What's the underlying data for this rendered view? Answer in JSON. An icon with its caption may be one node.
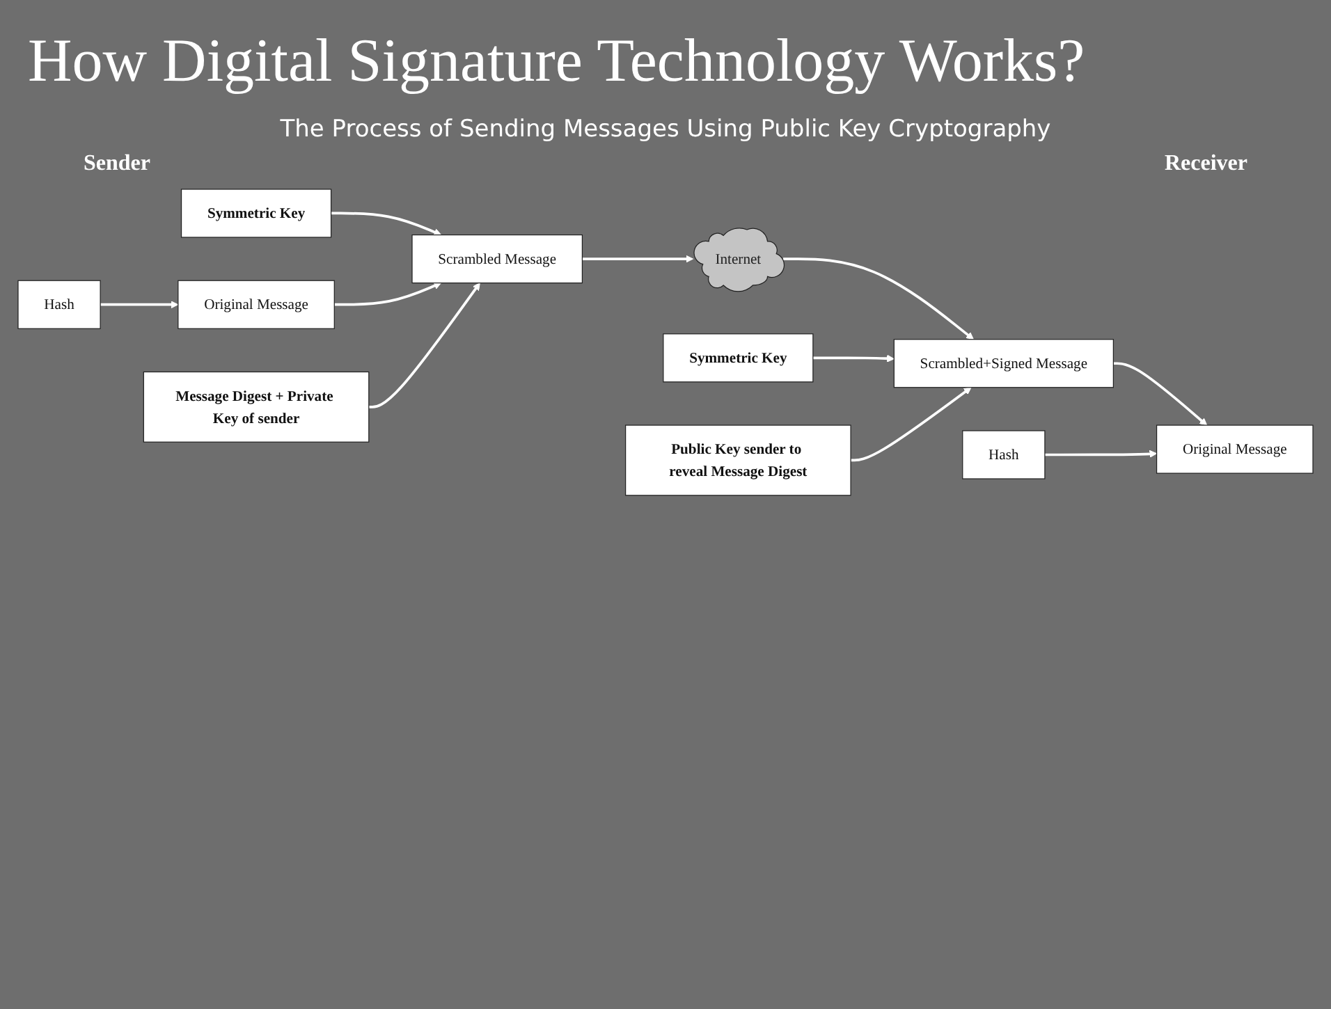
{
  "diagram": {
    "title": "How Digital Signature Technology Works?",
    "nodes": [
      {
        "text": [
          "Hash"
        ]
      },
      {
        "text": [
          "Symmetric Key"
        ]
      },
      {
        "text": [
          "Original Message"
        ]
      },
      {
        "text": [
          "Scrambled Message"
        ]
      },
      {
        "text": [
          "Message Digest + Private Key of sender"
        ]
      },
      {
        "text": [
          "Internet"
        ]
      },
      {
        "text": [
          "Symmetric Key"
        ]
      },
      {
        "text": [
          "Hash"
        ]
      },
      {
        "text": [
          "Scrambled+Signed Message"
        ]
      },
      {
        "text": [
          "Public Key sender to reveal Message Digest"
        ]
      },
      {
        "text": [
          "Original Message"
        ]
      }
    ],
    "edges": [
      {
        "from": 0,
        "to": 2,
        "arrow": "to"
      },
      {
        "from": 1,
        "to": 3,
        "arrow": "to"
      },
      {
        "from": 2,
        "to": 3,
        "arrow": "to"
      },
      {
        "from": 4,
        "to": 3,
        "arrow": "to"
      },
      {
        "from": 3,
        "to": 5,
        "arrow": "to"
      },
      {
        "from": 5,
        "to": 8,
        "arrow": "to"
      },
      {
        "from": 6,
        "to": 8,
        "arrow": "to"
      },
      {
        "from": 9,
        "to": 8,
        "arrow": "to"
      },
      {
        "from": 8,
        "to": 10,
        "arrow": "to"
      },
      {
        "from": 7,
        "to": 10,
        "arrow": "to"
      }
    ],
    "labels": [
      "The Process of Sending Messages Using Public Key Cryptography",
      "Sender",
      "Receiver"
    ]
  }
}
